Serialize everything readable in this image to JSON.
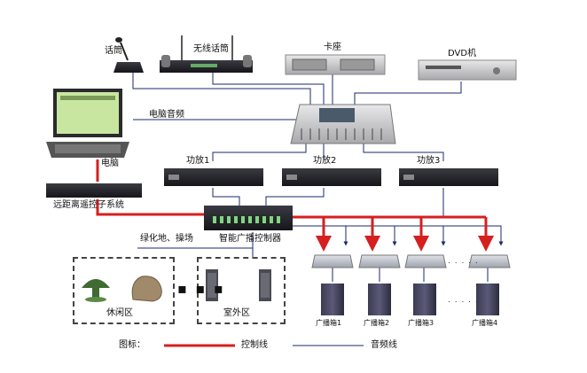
{
  "labels": {
    "microphone": "话筒",
    "wireless_mic": "无线话筒",
    "cassette": "卡座",
    "dvd": "DVD机",
    "computer_audio": "电脑音频",
    "computer": "电脑",
    "amp1": "功放1",
    "amp2": "功放2",
    "amp3": "功放3",
    "remote_control": "远距离遥控子系统",
    "green_area": "绿化地、操场",
    "smart_controller": "智能广播控制器",
    "leisure_zone": "休闲区",
    "outdoor_zone": "室外区",
    "speaker_box1": "广播箱1",
    "speaker_box2": "广播箱2",
    "speaker_box3": "广播箱3",
    "speaker_box4": "广播箱4"
  },
  "legend": {
    "title": "图标：",
    "control_line": "控制线",
    "audio_line": "音频线"
  },
  "colors": {
    "control_line": "#d61f1f",
    "audio_line": "#1b2a6b",
    "device_dark": "#1c1c22",
    "device_silver": "#c9c9cb"
  }
}
